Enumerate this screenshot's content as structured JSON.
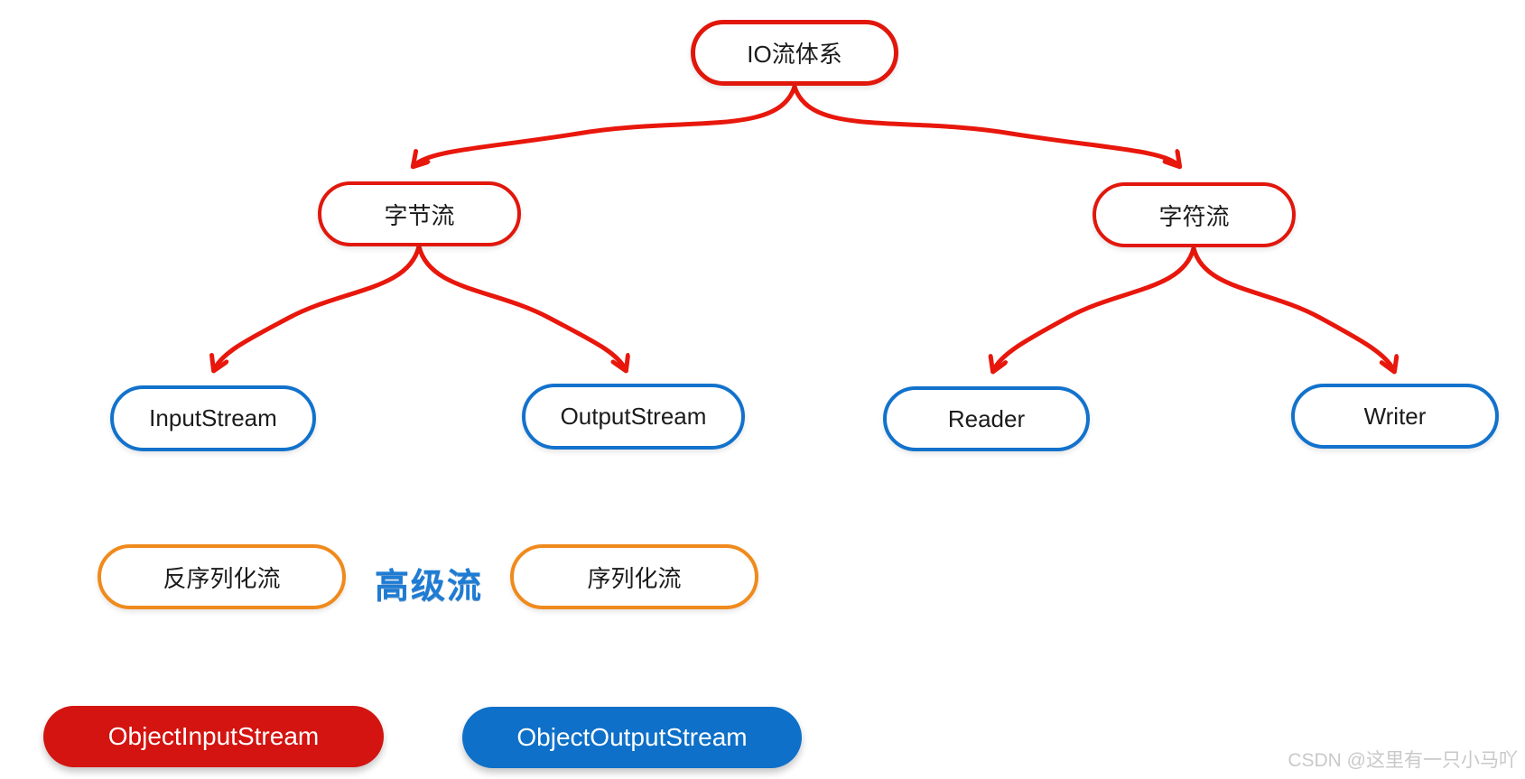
{
  "diagram": {
    "title": "IO流体系",
    "nodes": {
      "io": {
        "label": "IO流体系",
        "style": "red-outline"
      },
      "byte": {
        "label": "字节流",
        "style": "red-outline"
      },
      "char": {
        "label": "字符流",
        "style": "red-outline"
      },
      "input": {
        "label": "InputStream",
        "style": "blue-outline"
      },
      "output": {
        "label": "OutputStream",
        "style": "blue-outline"
      },
      "reader": {
        "label": "Reader",
        "style": "blue-outline"
      },
      "writer": {
        "label": "Writer",
        "style": "blue-outline"
      },
      "deserialize": {
        "label": "反序列化流",
        "style": "orange-outline"
      },
      "serialize": {
        "label": "序列化流",
        "style": "orange-outline"
      },
      "object_input": {
        "label": "ObjectInputStream",
        "style": "red-fill"
      },
      "object_output": {
        "label": "ObjectOutputStream",
        "style": "blue-fill"
      }
    },
    "edges": [
      {
        "from": "IO流体系",
        "to": "字节流"
      },
      {
        "from": "IO流体系",
        "to": "字符流"
      },
      {
        "from": "字节流",
        "to": "InputStream"
      },
      {
        "from": "字节流",
        "to": "OutputStream"
      },
      {
        "from": "字符流",
        "to": "Reader"
      },
      {
        "from": "字符流",
        "to": "Writer"
      }
    ],
    "advanced_label": "高级流",
    "watermark": "CSDN @这里有一只小马吖",
    "colors": {
      "edge_red": "#e8170c",
      "node_border_red": "#e1170c",
      "node_border_blue": "#1272cc",
      "node_border_orange": "#f08a1c",
      "node_fill_red": "#d31410",
      "node_fill_blue": "#0e70c8",
      "advanced_text_blue": "#1e7cd4",
      "watermark_gray": "#c9c9c9",
      "label_text": "#1b1b1b"
    }
  }
}
